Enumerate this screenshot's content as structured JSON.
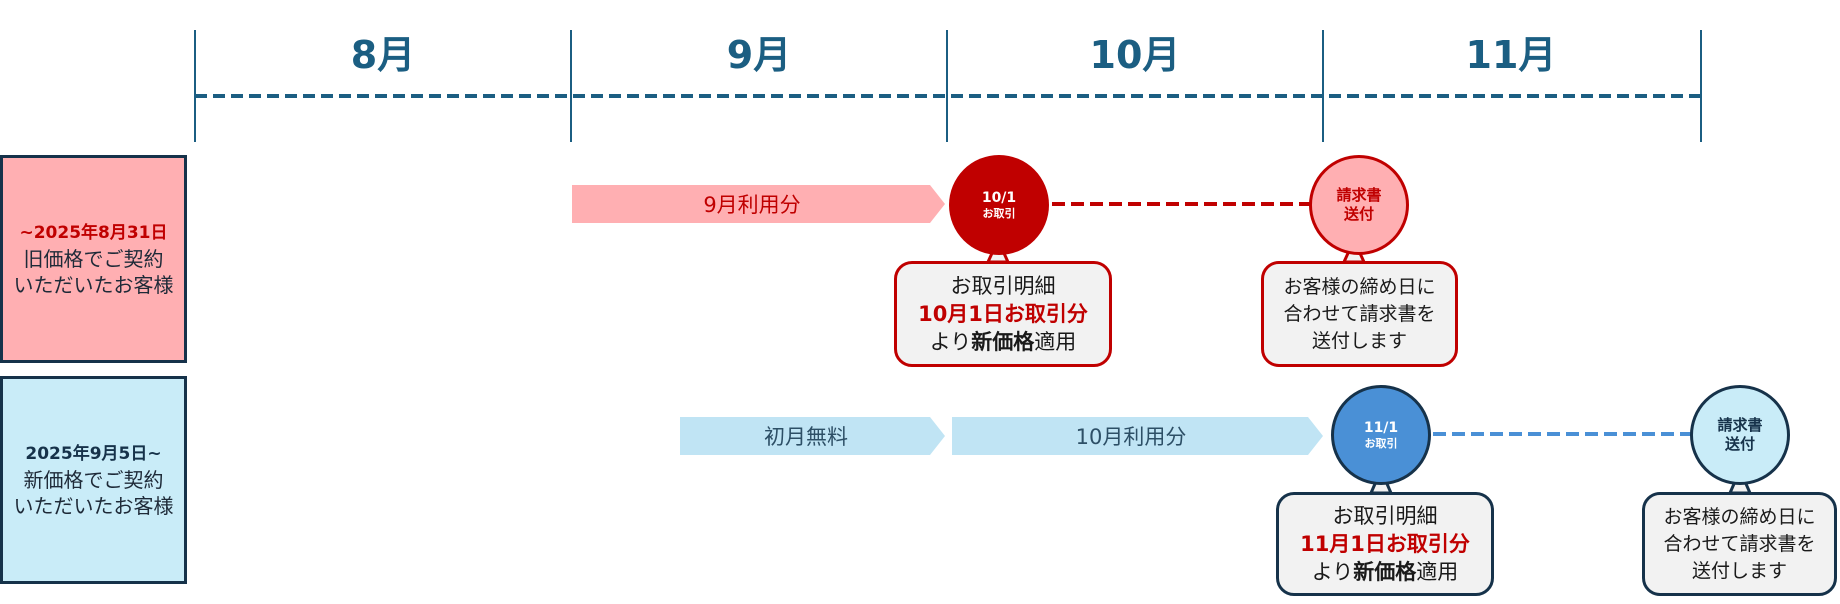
{
  "timeline": {
    "months": [
      "8月",
      "9月",
      "10月",
      "11月"
    ]
  },
  "old_plan": {
    "date": "~2025年8月31日",
    "label_line1": "旧価格でご契約",
    "label_line2": "いただいたお客様",
    "usage_arrow": "9月利用分",
    "transaction_circle": {
      "date": "10/1",
      "sub": "お取引"
    },
    "invoice_circle": {
      "line1": "請求書",
      "line2": "送付"
    },
    "detail_callout": {
      "line1": "お取引明細",
      "highlight": "10月1日お取引分",
      "line3_pre": "より",
      "line3_bold": "新価格",
      "line3_post": "適用"
    },
    "invoice_callout": {
      "line1": "お客様の締め日に",
      "line2": "合わせて請求書を",
      "line3": "送付します"
    }
  },
  "new_plan": {
    "date": "2025年9月5日~",
    "label_line1": "新価格でご契約",
    "label_line2": "いただいたお客様",
    "free_arrow": "初月無料",
    "usage_arrow": "10月利用分",
    "transaction_circle": {
      "date": "11/1",
      "sub": "お取引"
    },
    "invoice_circle": {
      "line1": "請求書",
      "line2": "送付"
    },
    "detail_callout": {
      "line1": "お取引明細",
      "highlight": "11月1日お取引分",
      "line3_pre": "より",
      "line3_bold": "新価格",
      "line3_post": "適用"
    },
    "invoice_callout": {
      "line1": "お客様の締め日に",
      "line2": "合わせて請求書を",
      "line3": "送付します"
    }
  },
  "colors": {
    "timeline": "#1b5e82",
    "old_box_fill": "#ffafb2",
    "old_accent": "#c00000",
    "old_arrow": "#ffafb2",
    "new_box_fill": "#c9ecf8",
    "new_accent": "#4a90d6",
    "new_arrow": "#c0e4f4",
    "border_dark": "#16324a"
  }
}
